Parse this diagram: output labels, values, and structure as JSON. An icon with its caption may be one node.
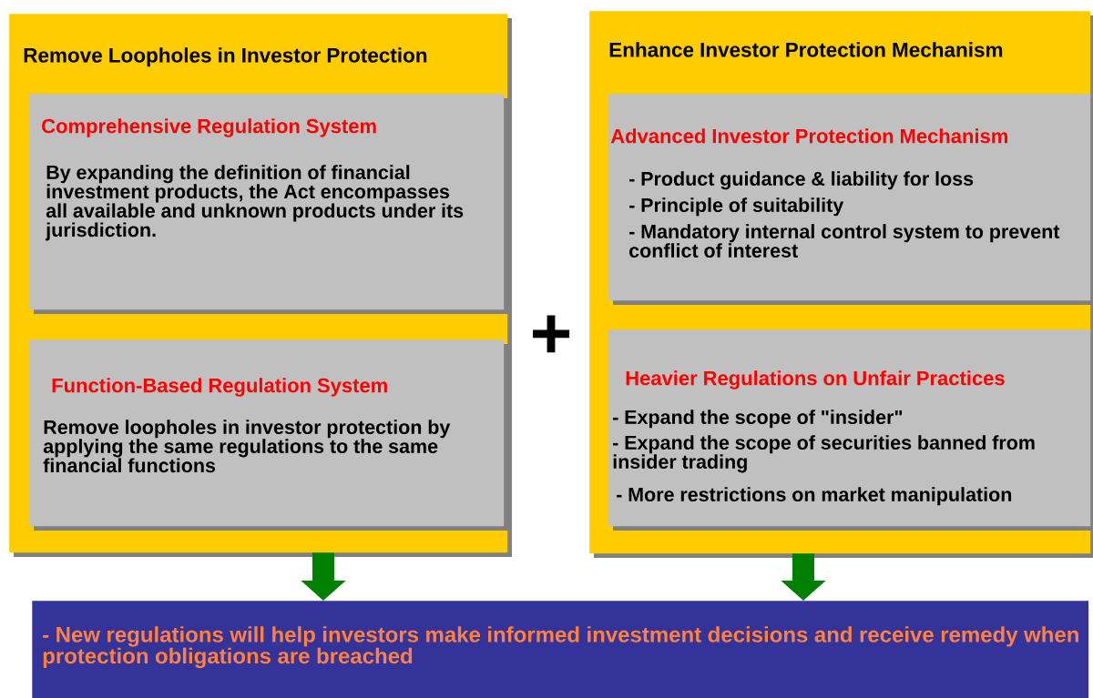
{
  "diagram": {
    "nodes": [
      {
        "text": [
          "Remove Loopholes in Investor Protection"
        ]
      },
      {
        "text": [
          "Comprehensive Regulation System",
          "By expanding the definition of financial investment products, the Act encompasses all available and unknown products under its jurisdiction."
        ],
        "in": 0
      },
      {
        "text": [
          "Function-Based Regulation System",
          "Remove loopholes in investor protection by applying the same regulations to the same financial functions"
        ],
        "in": 0
      },
      {
        "text": [
          "Enhance Investor Protection Mechanism"
        ]
      },
      {
        "text": [
          "Advanced Investor Protection Mechanism",
          "- Product guidance & liability for loss",
          "- Principle of suitability",
          "- Mandatory internal control system to prevent conflict of interest"
        ],
        "in": 3
      },
      {
        "text": [
          "Heavier Regulations on Unfair Practices",
          "- Expand the scope of \"insider\"",
          "- Expand the scope of securities banned from insider trading",
          "- More restrictions on market manipulation"
        ],
        "in": 3
      },
      {
        "text": [
          "- New regulations will help investors make informed investment decisions and receive remedy when protection obligations are breached"
        ]
      }
    ],
    "edges": [
      {
        "from": 0,
        "to": 6,
        "arrow": "to",
        "color": "#008000"
      },
      {
        "from": 3,
        "to": 6,
        "arrow": "to",
        "color": "#008000"
      }
    ],
    "labels": [
      "+"
    ]
  }
}
